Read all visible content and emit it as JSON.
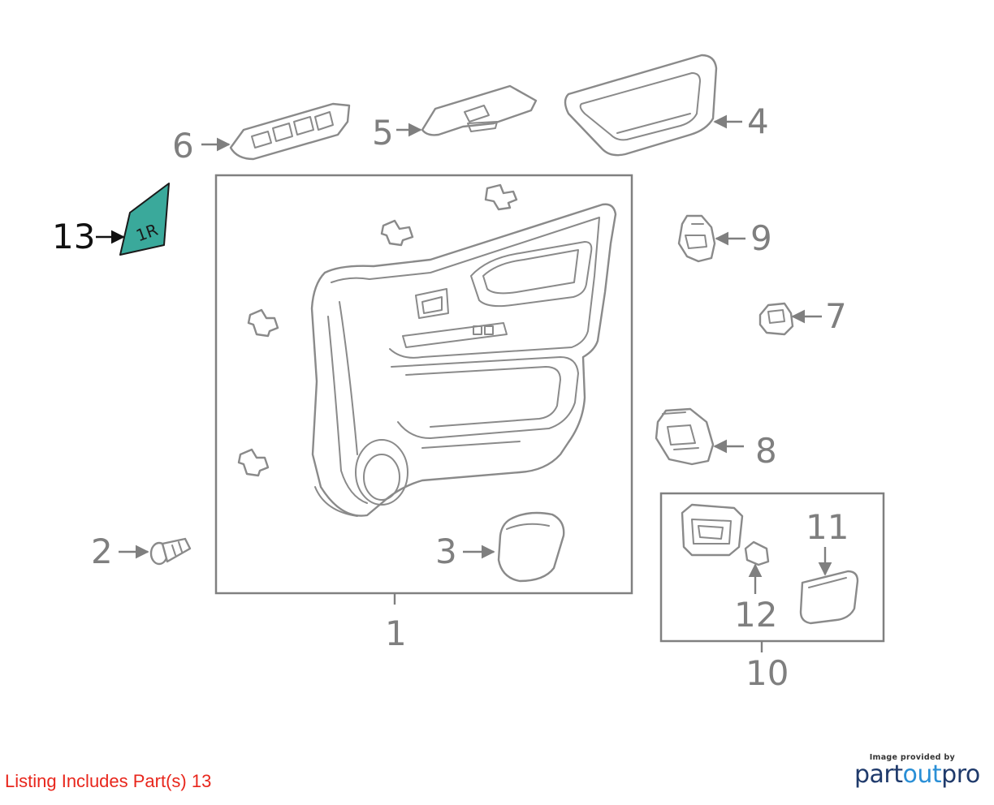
{
  "diagram": {
    "callouts": {
      "c1": "1",
      "c2": "2",
      "c3": "3",
      "c4": "4",
      "c5": "5",
      "c6": "6",
      "c7": "7",
      "c8": "8",
      "c9": "9",
      "c10": "10",
      "c11": "11",
      "c12": "12",
      "c13": "13"
    },
    "highlighted_part": "13",
    "highlight_color": "#3aa99b",
    "part13_marking": "1R"
  },
  "footer": {
    "listing_text": "Listing Includes Part(s)  13",
    "listing_color": "#e8261c"
  },
  "brand": {
    "caption": "Image provided by",
    "logo_part1": "part",
    "logo_part2": "out",
    "logo_part3": "pro",
    "logo_dark": "#1f3a6b",
    "logo_light": "#2a8fd6"
  }
}
